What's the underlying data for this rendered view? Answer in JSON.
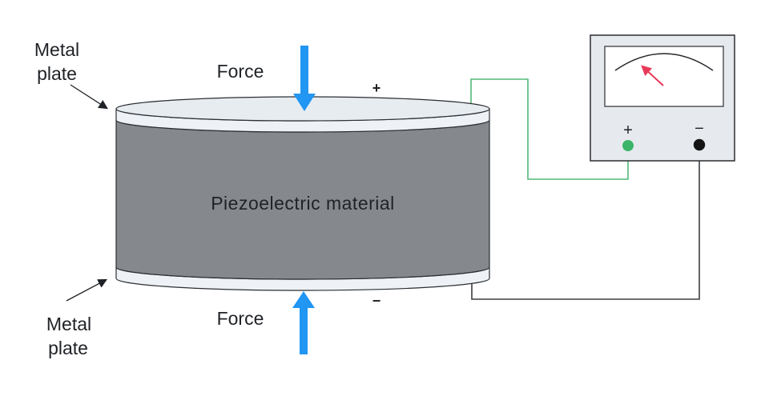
{
  "labels": {
    "metal_plate_top": {
      "line1": "Metal",
      "line2": "plate"
    },
    "metal_plate_bottom": {
      "line1": "Metal",
      "line2": "plate"
    },
    "force_top": "Force",
    "force_bottom": "Force",
    "piezo_material": "Piezoelectric material",
    "charge_positive": "+",
    "charge_negative": "−"
  },
  "voltmeter": {
    "positive_terminal_label": "+",
    "negative_terminal_label": "−"
  },
  "colors": {
    "force_arrow": "#2196f3",
    "charge_sign": "#ed3b54",
    "needle": "#e8395a",
    "wire_positive": "#52b97a",
    "wire_negative": "#3c3f43",
    "terminal_positive": "#3cb56a",
    "terminal_negative": "#141414",
    "cylinder_body": "#85898d",
    "metal_plate": "#eef2f6",
    "metal_plate_face": "#e7ecf1",
    "voltmeter_body": "#e6eaee",
    "material_text": "#f2f3f5"
  }
}
